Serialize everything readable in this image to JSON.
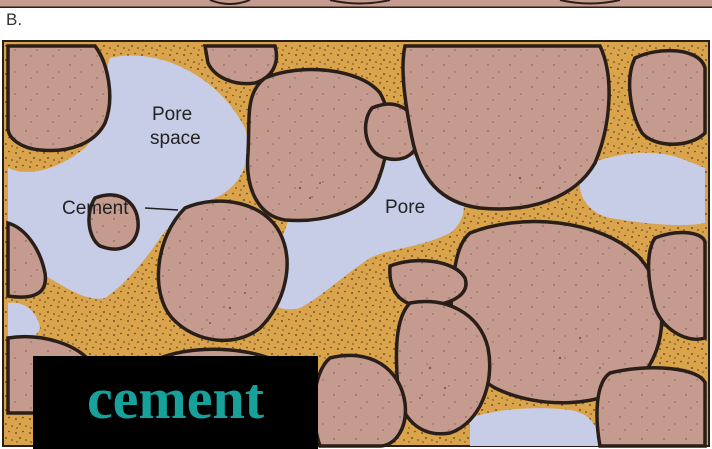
{
  "panel_label": "B.",
  "labels": {
    "pore_space_line1": "Pore",
    "pore_space_line2": "space",
    "cement": "Cement",
    "pore": "Pore"
  },
  "caption": "cement",
  "colors": {
    "cement": "#d9a44c",
    "cement_speckle": "#5a3a20",
    "grain": "#c49b8e",
    "grain_outline": "#2a1e18",
    "pore": "#c7cde6",
    "caption_bg": "#000000",
    "caption_text": "#16a19a"
  }
}
